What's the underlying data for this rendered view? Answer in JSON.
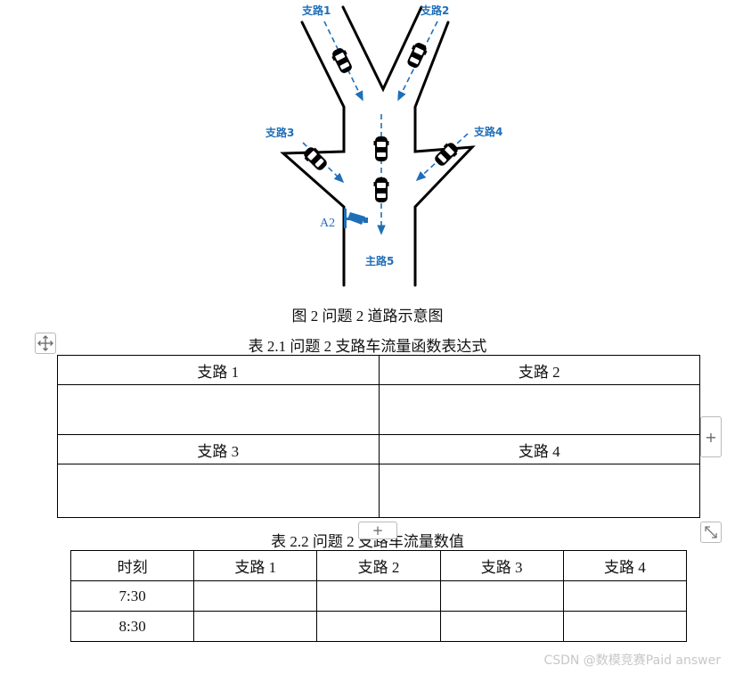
{
  "diagram": {
    "labels": [
      "支路1",
      "支路2",
      "支路3",
      "支路4",
      "主路5"
    ],
    "camera_label": "A2",
    "caption": "图 2  问题 2 道路示意图"
  },
  "table1": {
    "caption": "表 2.1  问题 2 支路车流量函数表达式",
    "rows": [
      [
        "支路 1",
        "支路 2"
      ],
      [
        "",
        ""
      ],
      [
        "支路 3",
        "支路 4"
      ],
      [
        "",
        ""
      ]
    ]
  },
  "table2": {
    "caption": "表 2.2  问题 2 支路车流量数值",
    "headers": [
      "时刻",
      "支路 1",
      "支路 2",
      "支路 3",
      "支路 4"
    ],
    "rows": [
      [
        "7:30",
        "",
        "",
        "",
        ""
      ],
      [
        "8:30",
        "",
        "",
        "",
        ""
      ]
    ]
  },
  "editor": {
    "move_handle_icon": "move-icon",
    "add_column_label": "+",
    "add_row_label": "+",
    "resize_icon": "resize-icon"
  },
  "watermark": "CSDN @数模竞赛Paid answer",
  "colors": {
    "accent": "#1f6fb8",
    "road": "#000000",
    "border": "#000000"
  }
}
